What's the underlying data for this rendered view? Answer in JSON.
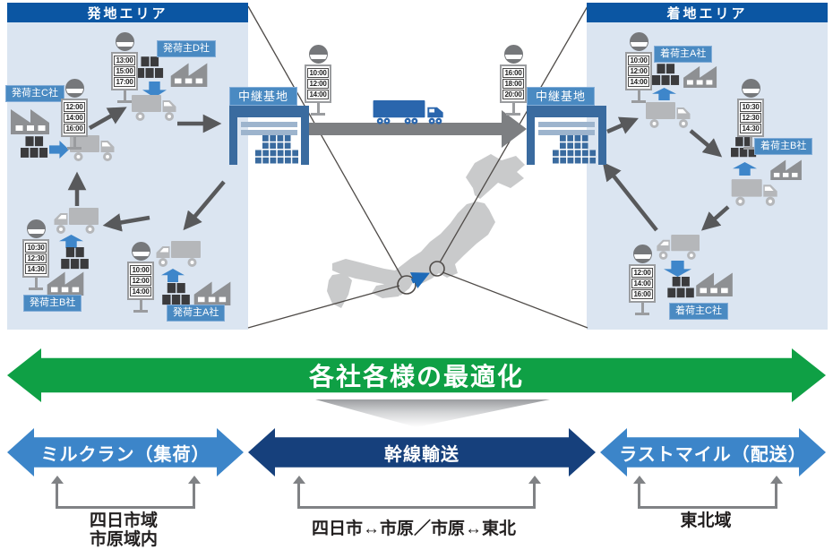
{
  "palette": {
    "header_blue": "#0b56a3",
    "panel_bg": "#dbe5f1",
    "chip_blue": "#4a8ac2",
    "hub_warehouse_blue": "#3a6b9f",
    "load_arrow_blue": "#3e86ca",
    "route_arrow_gray": "#58595b",
    "truck_gray": "#b5b7ba",
    "trunk_truck_blue": "#2a66ad",
    "banner_green": "#0fa045",
    "phase_blue": "#3c85c9",
    "phase_navy": "#16407c"
  },
  "origin_area": {
    "title": "発地エリア",
    "hub_label": "中継基地",
    "shippers": [
      {
        "label": "発荷主C社",
        "times": [
          "12:00",
          "14:00",
          "16:00"
        ]
      },
      {
        "label": "発荷主D社",
        "times": [
          "13:00",
          "15:00",
          "17:00"
        ]
      },
      {
        "label": "発荷主B社",
        "times": [
          "10:30",
          "12:30",
          "14:30"
        ]
      },
      {
        "label": "発荷主A社",
        "times": [
          "10:00",
          "12:00",
          "14:00"
        ]
      }
    ]
  },
  "destination_area": {
    "title": "着地エリア",
    "hub_label": "中継基地",
    "consignees": [
      {
        "label": "着荷主A社",
        "times": [
          "10:00",
          "12:00",
          "14:00"
        ]
      },
      {
        "label": "着荷主B社",
        "times": [
          "10:30",
          "12:30",
          "14:30"
        ]
      },
      {
        "label": "着荷主C社",
        "times": [
          "12:00",
          "14:00",
          "16:00"
        ]
      }
    ]
  },
  "trunk": {
    "departure_times": [
      "10:00",
      "12:00",
      "14:00"
    ],
    "arrival_times": [
      "16:00",
      "18:00",
      "20:00"
    ]
  },
  "banner": {
    "label": "各社各様の最適化"
  },
  "phases": [
    {
      "label": "ミルクラン（集荷）",
      "note_lines": [
        "四日市域",
        "市原域内"
      ]
    },
    {
      "label": "幹線輸送",
      "note_lines": [
        "四日市↔市原／市原↔東北"
      ]
    },
    {
      "label": "ラストマイル（配送）",
      "note_lines": [
        "東北域"
      ]
    }
  ]
}
